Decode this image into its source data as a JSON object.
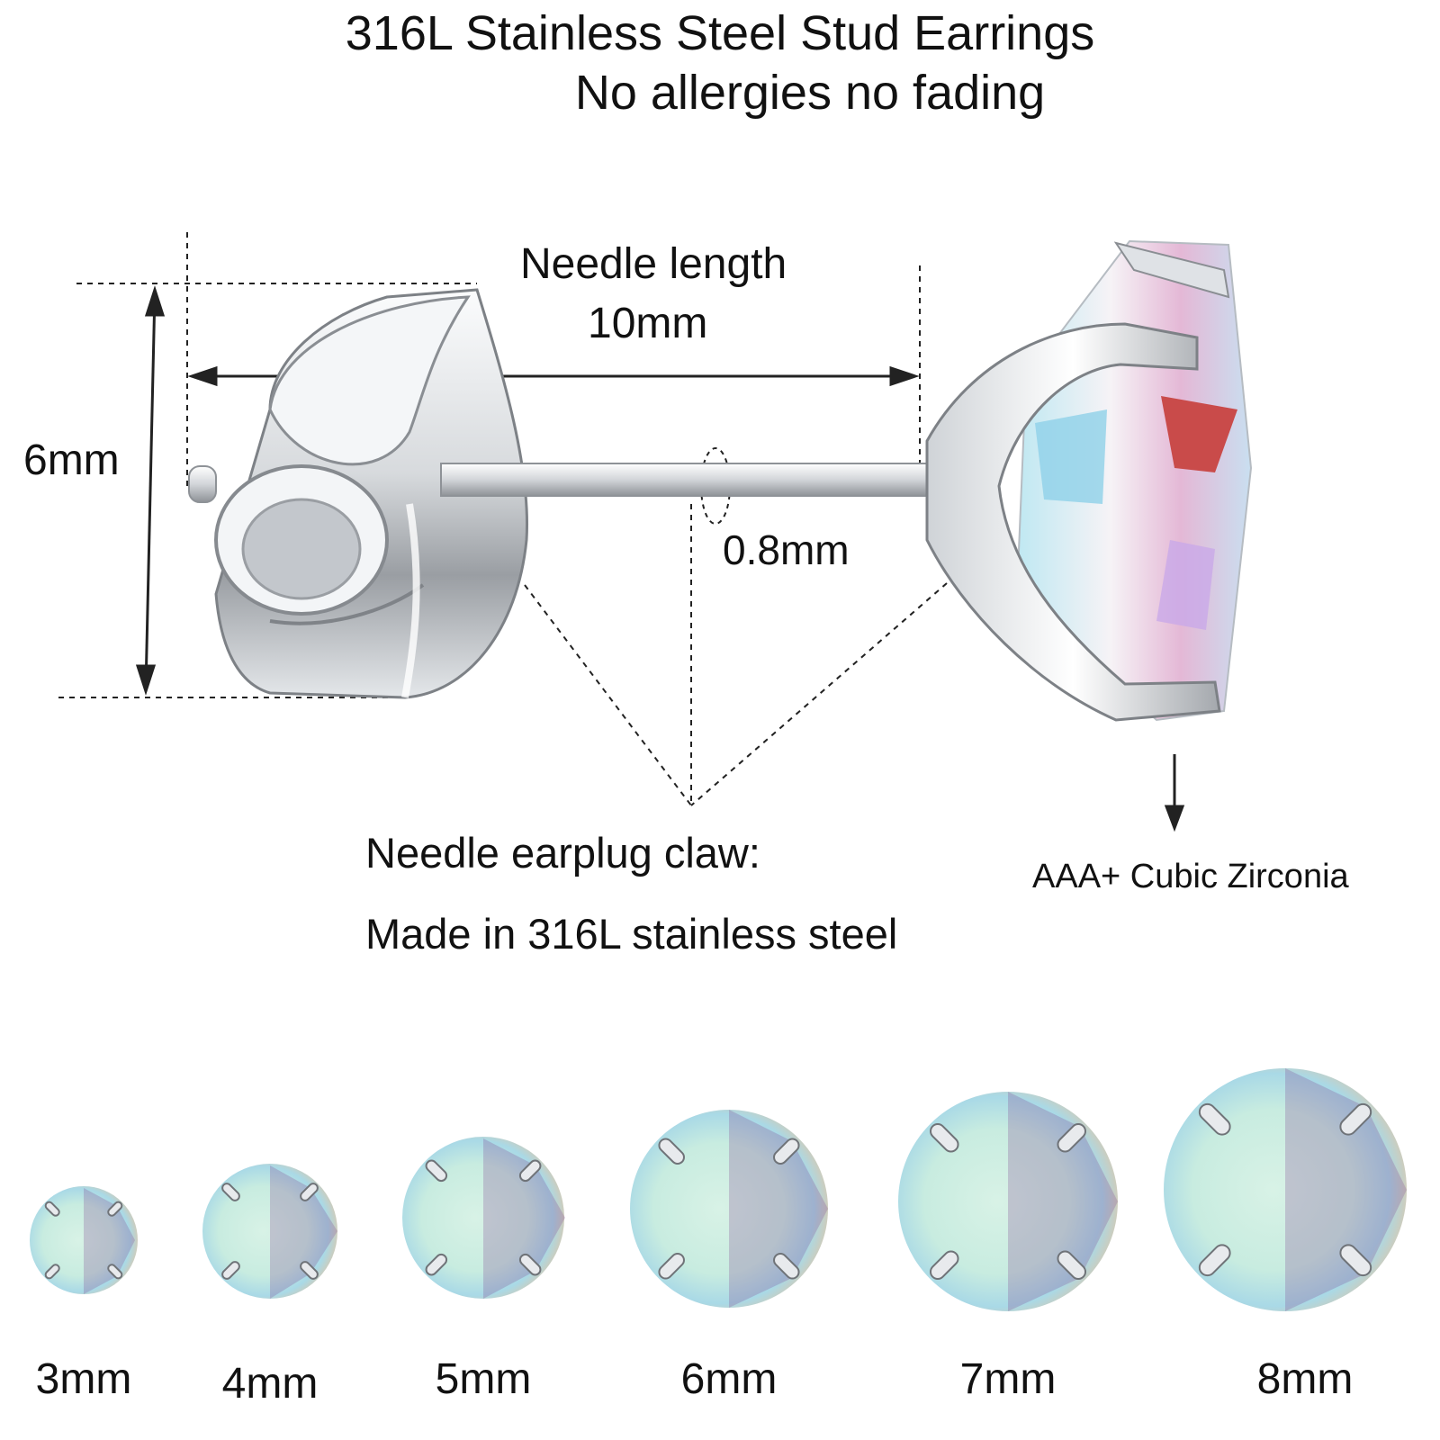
{
  "header": {
    "title_line1": "316L Stainless Steel Stud Earrings",
    "title_line2": "No allergies no fading"
  },
  "dimensions": {
    "needle_length_label": "Needle length",
    "needle_length_value": "10mm",
    "height_value": "6mm",
    "needle_diameter": "0.8mm"
  },
  "annotations": {
    "claw_line1": "Needle earplug claw:",
    "claw_line2": "Made in 316L stainless steel",
    "stone": "AAA+ Cubic Zirconia"
  },
  "sizes": [
    "3mm",
    "4mm",
    "5mm",
    "6mm",
    "7mm",
    "8mm"
  ],
  "colors": {
    "steel_light": "#eef0f2",
    "steel_dark": "#8c9096",
    "stone_mint": "#cdeee0",
    "stone_pink": "#e9a7c7",
    "stone_purple": "#7a3a8a",
    "stone_blue": "#8fd1e8"
  }
}
